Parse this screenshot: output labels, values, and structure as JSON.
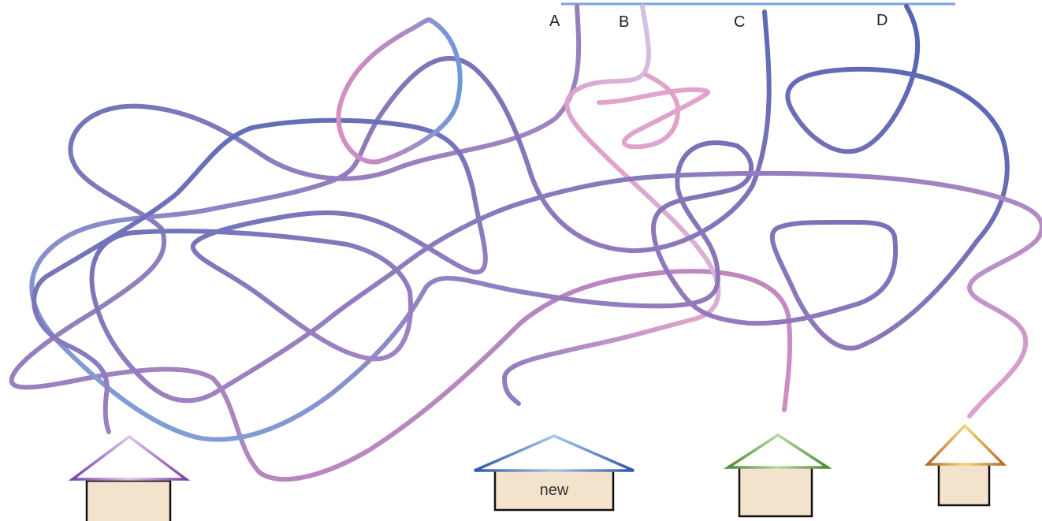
{
  "labels": {
    "a": "A",
    "b": "B",
    "c": "C",
    "d": "D"
  },
  "houses": {
    "house_2_label": "new"
  },
  "colors": {
    "top_bar": "#7aa4de",
    "line_dark_blue": "#4f69b5",
    "line_purple": "#8a78b8",
    "line_pink": "#d98dbf",
    "line_light_blue": "#b7d0ee",
    "house_body_fill": "#f3e3cc",
    "house_1_roof": "#7a44a8",
    "house_2_roof": "#3a5fa8",
    "house_3_roof": "#4e8a36",
    "house_4_roof": "#c07a30"
  }
}
